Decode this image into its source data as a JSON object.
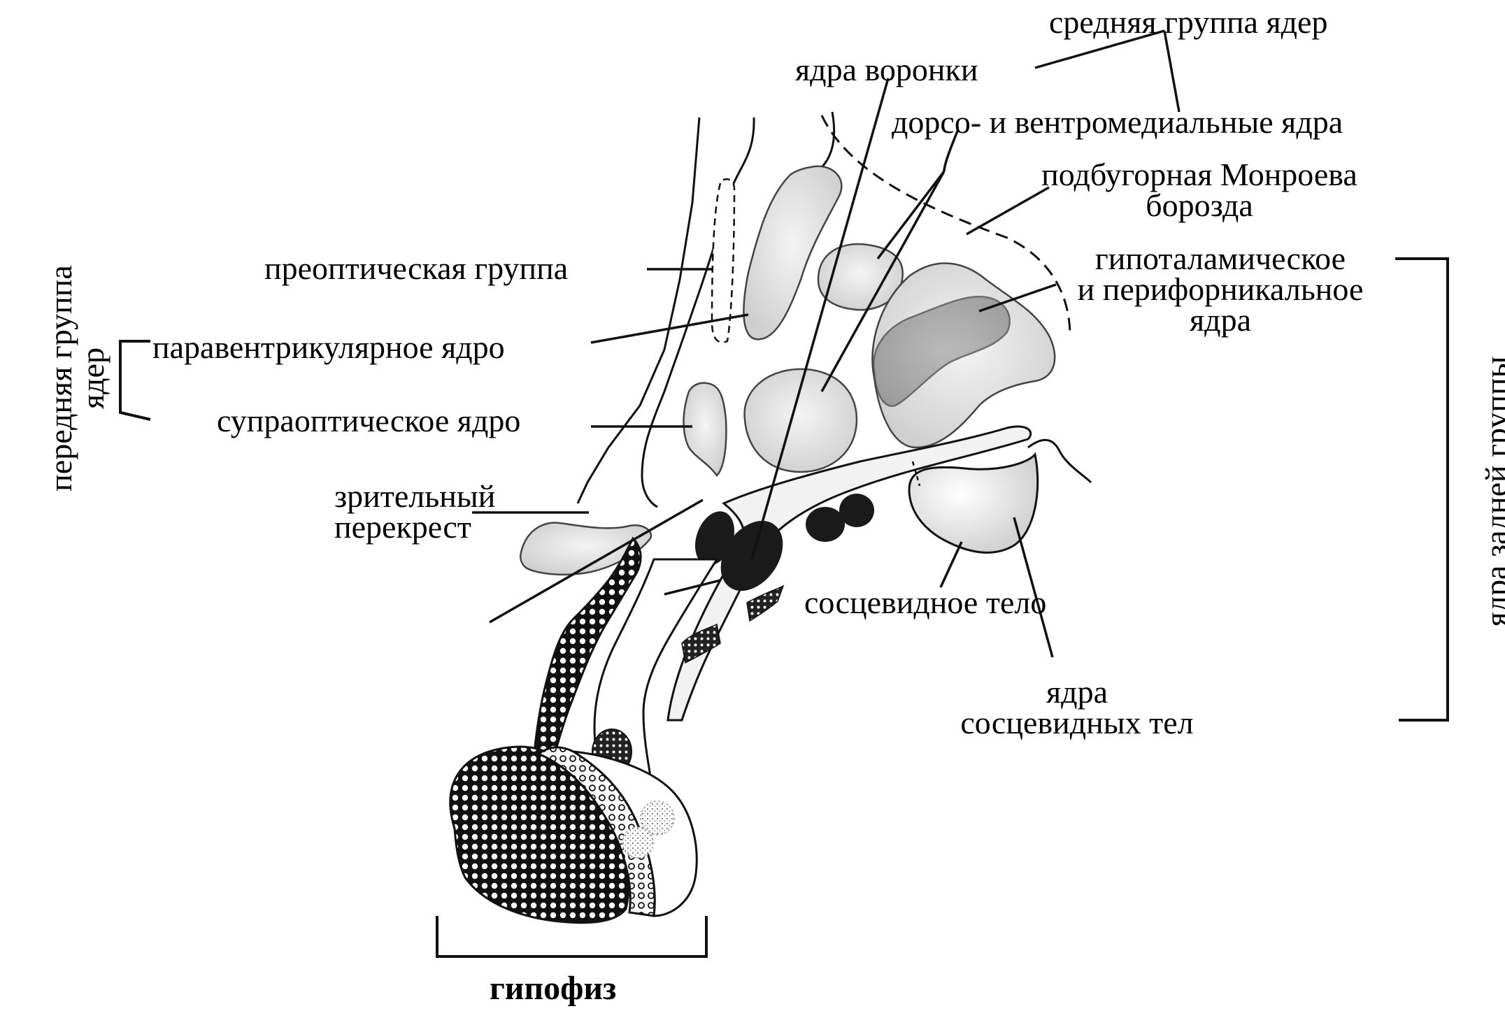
{
  "labels": {
    "middle_group": "средняя группа ядер",
    "infundibular_nuclei": "ядра воронки",
    "dorso_ventromedial": "дорсо- и вентромедиальные ядра",
    "monro_sulcus_1": "подбугорная Монроева",
    "monro_sulcus_2": "борозда",
    "hypothalamic_1": "гипоталамическое",
    "hypothalamic_2": "и перифорникальное",
    "hypothalamic_3": "ядра",
    "preoptic_group": "преоптическая группа",
    "paraventricular": "паравентрикулярное ядро",
    "supraoptic": "супраоптическое ядро",
    "optic_chiasm_1": "зрительный",
    "optic_chiasm_2": "перекрест",
    "mammillary_body": "сосцевидное тело",
    "mammillary_nuclei_1": "ядра",
    "mammillary_nuclei_2": "сосцевидных тел",
    "anterior_group": "передняя группа",
    "anterior_group_2": "ядер",
    "posterior_group": "ядра задней группы",
    "pituitary": "гипофиз"
  }
}
